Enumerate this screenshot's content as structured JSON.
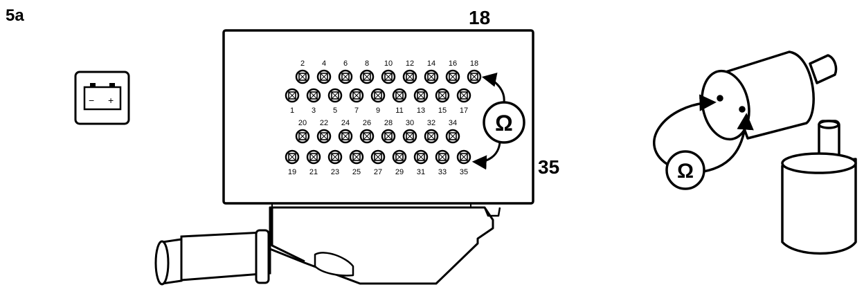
{
  "figure_label": "5a",
  "callouts": {
    "top": "18",
    "bottom": "35"
  },
  "battery": {
    "minus": "−",
    "plus": "+"
  },
  "ohm_symbol": "Ω",
  "pins": {
    "row1": [
      "2",
      "4",
      "6",
      "8",
      "10",
      "12",
      "14",
      "16",
      "18"
    ],
    "row2": [
      "1",
      "3",
      "5",
      "7",
      "9",
      "11",
      "13",
      "15",
      "17"
    ],
    "row3": [
      "20",
      "22",
      "24",
      "26",
      "28",
      "30",
      "32",
      "34"
    ],
    "row4": [
      "19",
      "21",
      "23",
      "25",
      "27",
      "29",
      "31",
      "33",
      "35"
    ]
  }
}
